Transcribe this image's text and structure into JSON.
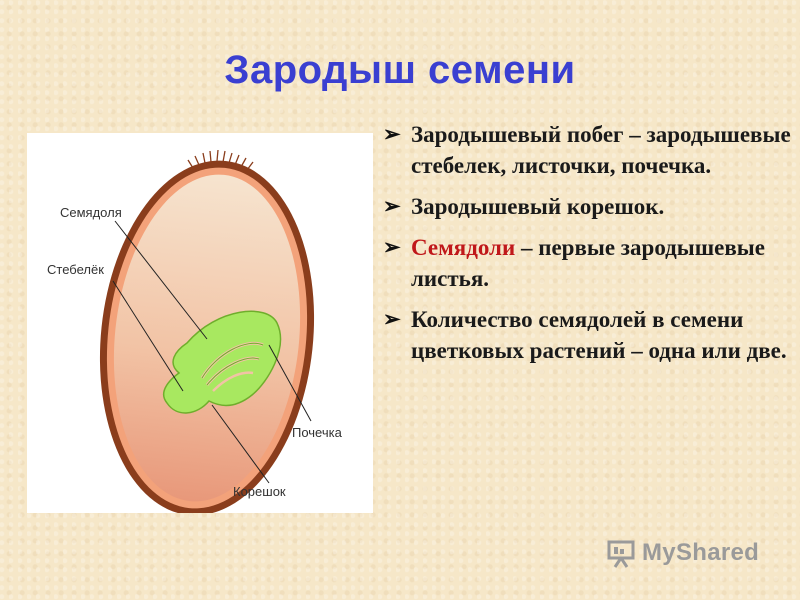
{
  "title": "Зародыш семени",
  "figure": {
    "labels": {
      "cotyledon": "Семядоля",
      "stem": "Стебелёк",
      "bud": "Почечка",
      "root": "Корешок"
    },
    "colors": {
      "seed_coat": "#8a3d1c",
      "endosperm_top": "#f6e4cf",
      "endosperm_bottom": "#e89a7c",
      "embryo": "#a8e860"
    }
  },
  "bullets": [
    {
      "marker": "➢",
      "text": "Зародышевый побег – зародышевые стебелек, листочки, почечка."
    },
    {
      "marker": "➢",
      "text": "Зародышевый корешок."
    },
    {
      "marker": "➢",
      "highlight": "Семядоли",
      "text": " – первые зародышевые листья."
    },
    {
      "marker": "➢",
      "text": "Количество семядолей в семени цветковых растений – одна или две."
    }
  ],
  "logo": {
    "text": "MyShared"
  }
}
